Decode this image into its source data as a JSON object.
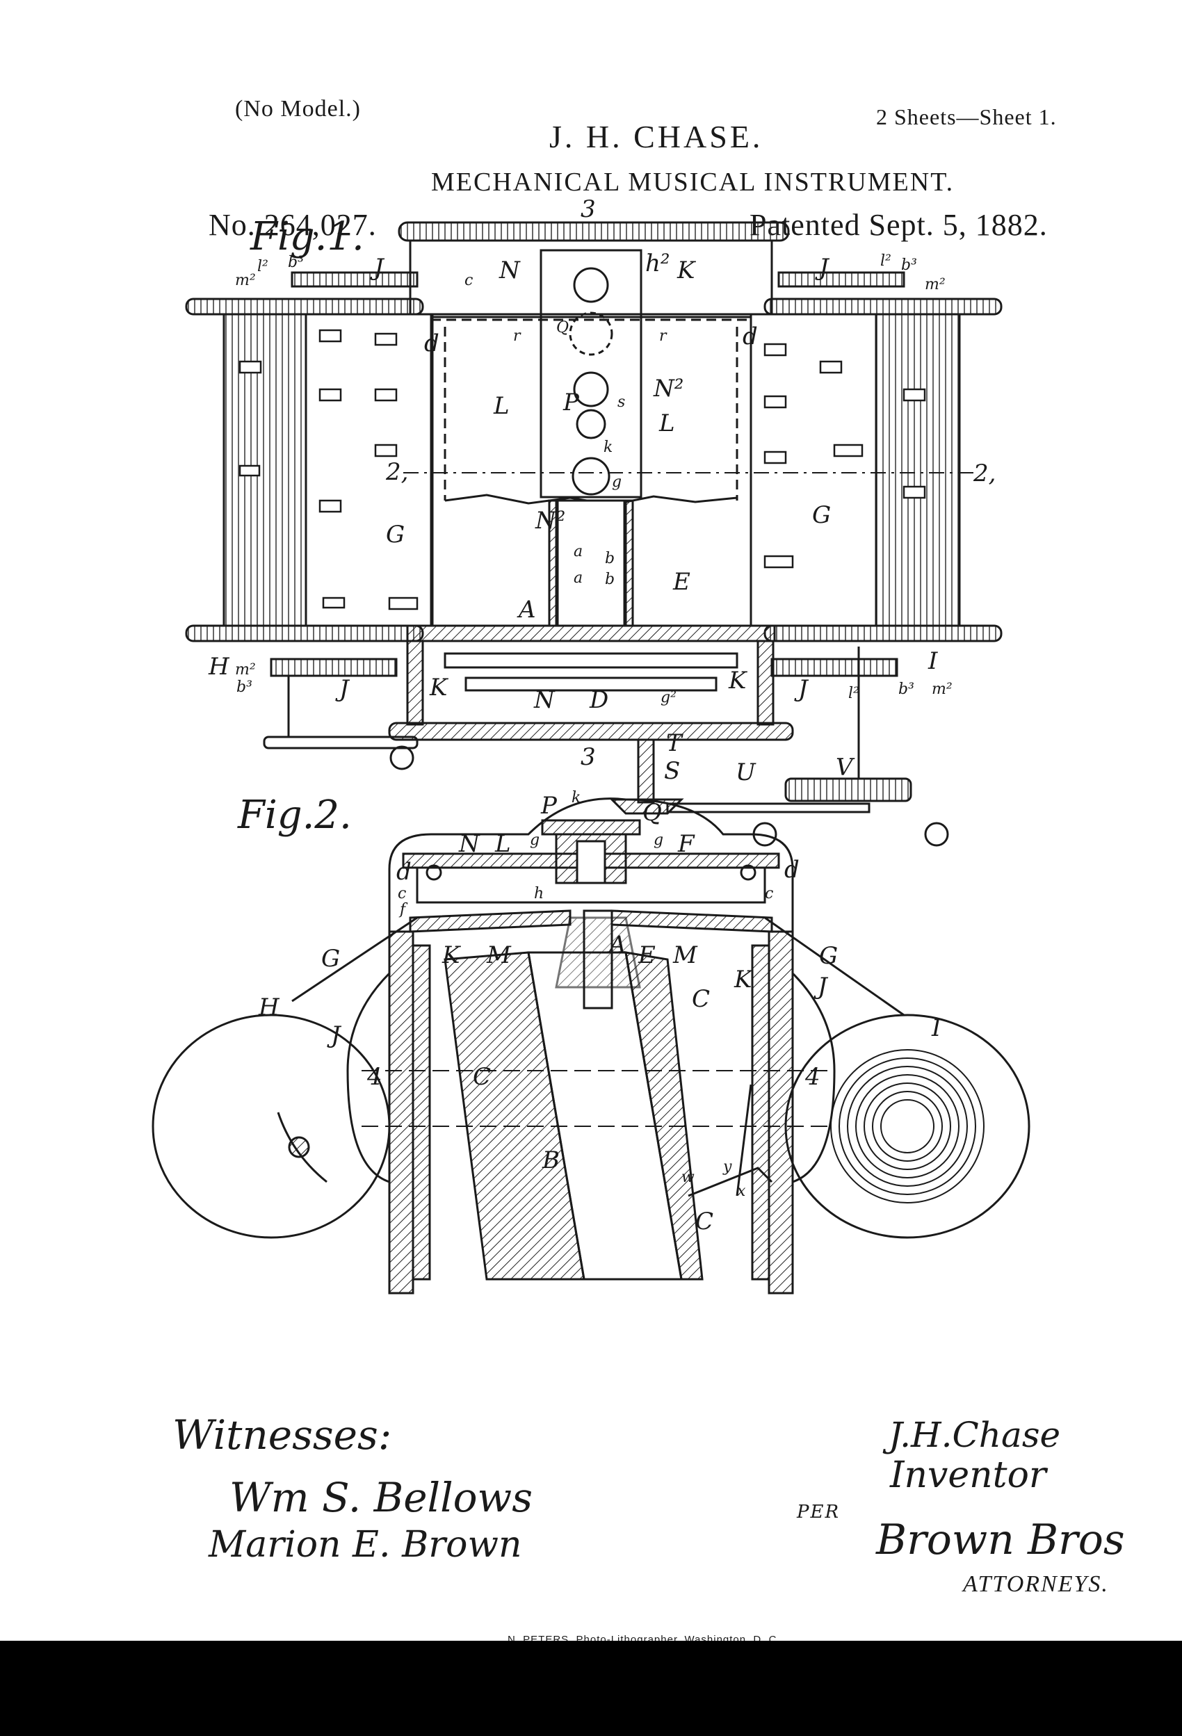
{
  "header": {
    "model_note": "(No Model.)",
    "inventor_name": "J. H. CHASE.",
    "sheet_note": "2 Sheets—Sheet 1.",
    "title": "MECHANICAL MUSICAL INSTRUMENT.",
    "patent_number": "No. 264,027.",
    "patent_date": "Patented Sept. 5, 1882."
  },
  "figures": {
    "fig1_label": "Fig.1.",
    "fig2_label": "Fig.2."
  },
  "fig1_labels": {
    "N": "N",
    "K": "K",
    "J": "J",
    "L": "L",
    "P": "P",
    "G": "G",
    "H": "H",
    "I": "I",
    "A": "A",
    "E": "E",
    "D": "D",
    "T": "T",
    "S": "S",
    "U": "U",
    "V": "V",
    "d": "d",
    "c": "c",
    "r": "r",
    "Q": "Q",
    "s": "s",
    "k": "k",
    "g": "g",
    "a": "a",
    "b": "b",
    "N2": "N²",
    "h2": "h²",
    "l2": "l²",
    "b3": "b³",
    "m2": "m²",
    "g2": "g²",
    "n3": "3",
    "n2": "2,"
  },
  "fig2_labels": {
    "P": "P",
    "k": "k",
    "Q": "Q",
    "N": "N",
    "L": "L",
    "g": "g",
    "F": "F",
    "d": "d",
    "c": "c",
    "f": "f",
    "h": "h",
    "G": "G",
    "M": "M",
    "K": "K",
    "A": "A",
    "E": "E",
    "H": "H",
    "J": "J",
    "I": "I",
    "C": "C",
    "B": "B",
    "w": "w",
    "y": "y",
    "x": "x",
    "four": "4"
  },
  "signatures": {
    "witnesses_heading": "Witnesses:",
    "witness_1": "Wm S. Bellows",
    "witness_2": "Marion E. Brown",
    "inventor_signature": "J.H.Chase",
    "inventor_role": "Inventor",
    "per": "PER",
    "attorney_signature": "Brown Bros",
    "attorneys_label": "ATTORNEYS."
  },
  "footer": {
    "printer_credit": "N. PETERS. Photo-Lithographer, Washington, D. C."
  }
}
